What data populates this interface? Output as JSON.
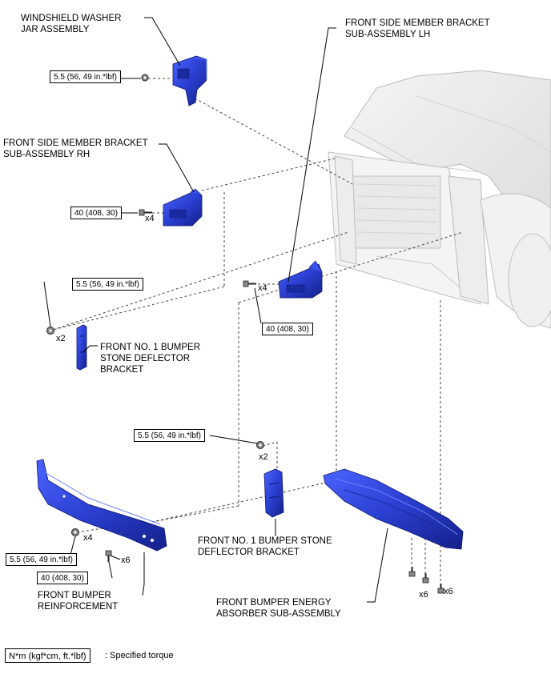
{
  "parts": {
    "washer_jar": [
      "WINDSHIELD WASHER",
      "JAR ASSEMBLY"
    ],
    "bracket_lh": [
      "FRONT SIDE MEMBER BRACKET",
      "SUB-ASSEMBLY LH"
    ],
    "bracket_rh": [
      "FRONT SIDE MEMBER BRACKET",
      "SUB-ASSEMBLY RH"
    ],
    "stone_deflector_upper": [
      "FRONT NO. 1 BUMPER",
      "STONE DEFLECTOR",
      "BRACKET"
    ],
    "stone_deflector_lower": [
      "FRONT NO. 1 BUMPER STONE",
      "DEFLECTOR BRACKET"
    ],
    "reinforcement": [
      "FRONT BUMPER",
      "REINFORCEMENT"
    ],
    "absorber": [
      "FRONT BUMPER ENERGY",
      "ABSORBER SUB-ASSEMBLY"
    ]
  },
  "torques": {
    "washer": "5.5 (56, 49 in.*lbf)",
    "bracket_rh": "40 (408, 30)",
    "deflector_upper": "5.5 (56, 49 in.*lbf)",
    "bracket_lh": "40 (408, 30)",
    "deflector_lower": "5.5 (56, 49 in.*lbf)",
    "reinf_nut": "5.5 (56, 49 in.*lbf)",
    "reinf_bolt": "40 (408, 30)"
  },
  "quantities": {
    "bracket_rh": "x4",
    "bracket_lh": "x4",
    "deflector_upper": "x2",
    "deflector_lower": "x2",
    "reinf_nut": "x4",
    "reinf_bolt": "x6",
    "absorber_a": "x6",
    "absorber_b": "x6"
  },
  "legend": {
    "unit_box": "N*m (kgf*cm, ft.*lbf)",
    "text": ": Specified torque"
  },
  "colors": {
    "part_blue": "#2a3fd0",
    "part_dark": "#1a2a9a",
    "line": "#000000",
    "vehicle": "#bfbfbf"
  }
}
